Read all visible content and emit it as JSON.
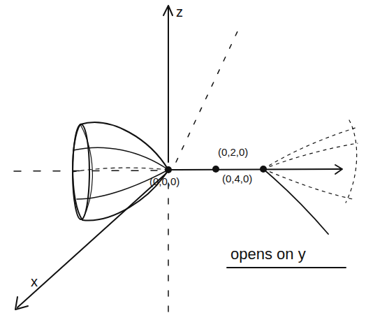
{
  "diagram": {
    "labels": [
      "z",
      "x",
      "(0,2,0)",
      "(0,0,0)",
      "(0,4,0)",
      "opens on y"
    ]
  }
}
